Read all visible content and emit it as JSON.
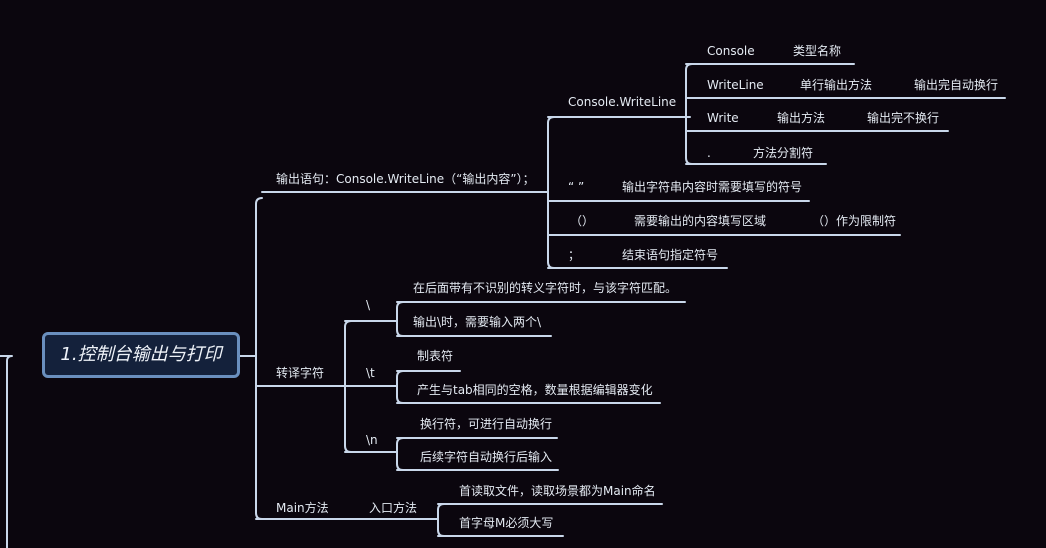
{
  "root": {
    "title": "1.控制台输出与打印"
  },
  "branches": [
    {
      "label": "输出语句：Console.WriteLine（“输出内容”）；",
      "groups": [
        {
          "label": "Console.WriteLine",
          "rows": [
            {
              "term": "Console",
              "desc": "类型名称"
            },
            {
              "term": "WriteLine",
              "desc": "单行输出方法",
              "extra": "输出完自动换行"
            },
            {
              "term": "Write",
              "desc": "输出方法",
              "extra": "输出完不换行"
            },
            {
              "term": ".",
              "desc": "方法分割符"
            }
          ]
        },
        {
          "term": "“ ”",
          "desc": "输出字符串内容时需要填写的符号"
        },
        {
          "term": "（）",
          "desc": "需要输出的内容填写区域",
          "extra": "（）作为限制符"
        },
        {
          "term": "；",
          "desc": "结束语句指定符号"
        }
      ]
    },
    {
      "label": "转译字符",
      "groups": [
        {
          "label": "\\",
          "items": [
            "在后面带有不识别的转义字符时，与该字符匹配。",
            "输出\\时，需要输入两个\\"
          ]
        },
        {
          "label": "\\t",
          "items": [
            "制表符",
            "产生与tab相同的空格，数量根据编辑器变化"
          ]
        },
        {
          "label": "\\n",
          "items": [
            "换行符，可进行自动换行",
            "后续字符自动换行后输入"
          ]
        }
      ]
    },
    {
      "label": "Main方法",
      "groups": [
        {
          "label": "入口方法",
          "items": [
            "首读取文件，读取场景都为Main命名",
            "首字母M必须大写"
          ]
        }
      ]
    }
  ],
  "colors": {
    "background": "#0b060e",
    "line": "#c9d7ea",
    "root_fill": "#14213b",
    "root_border": "#6a8fbe",
    "text": "#e4eaf2"
  }
}
